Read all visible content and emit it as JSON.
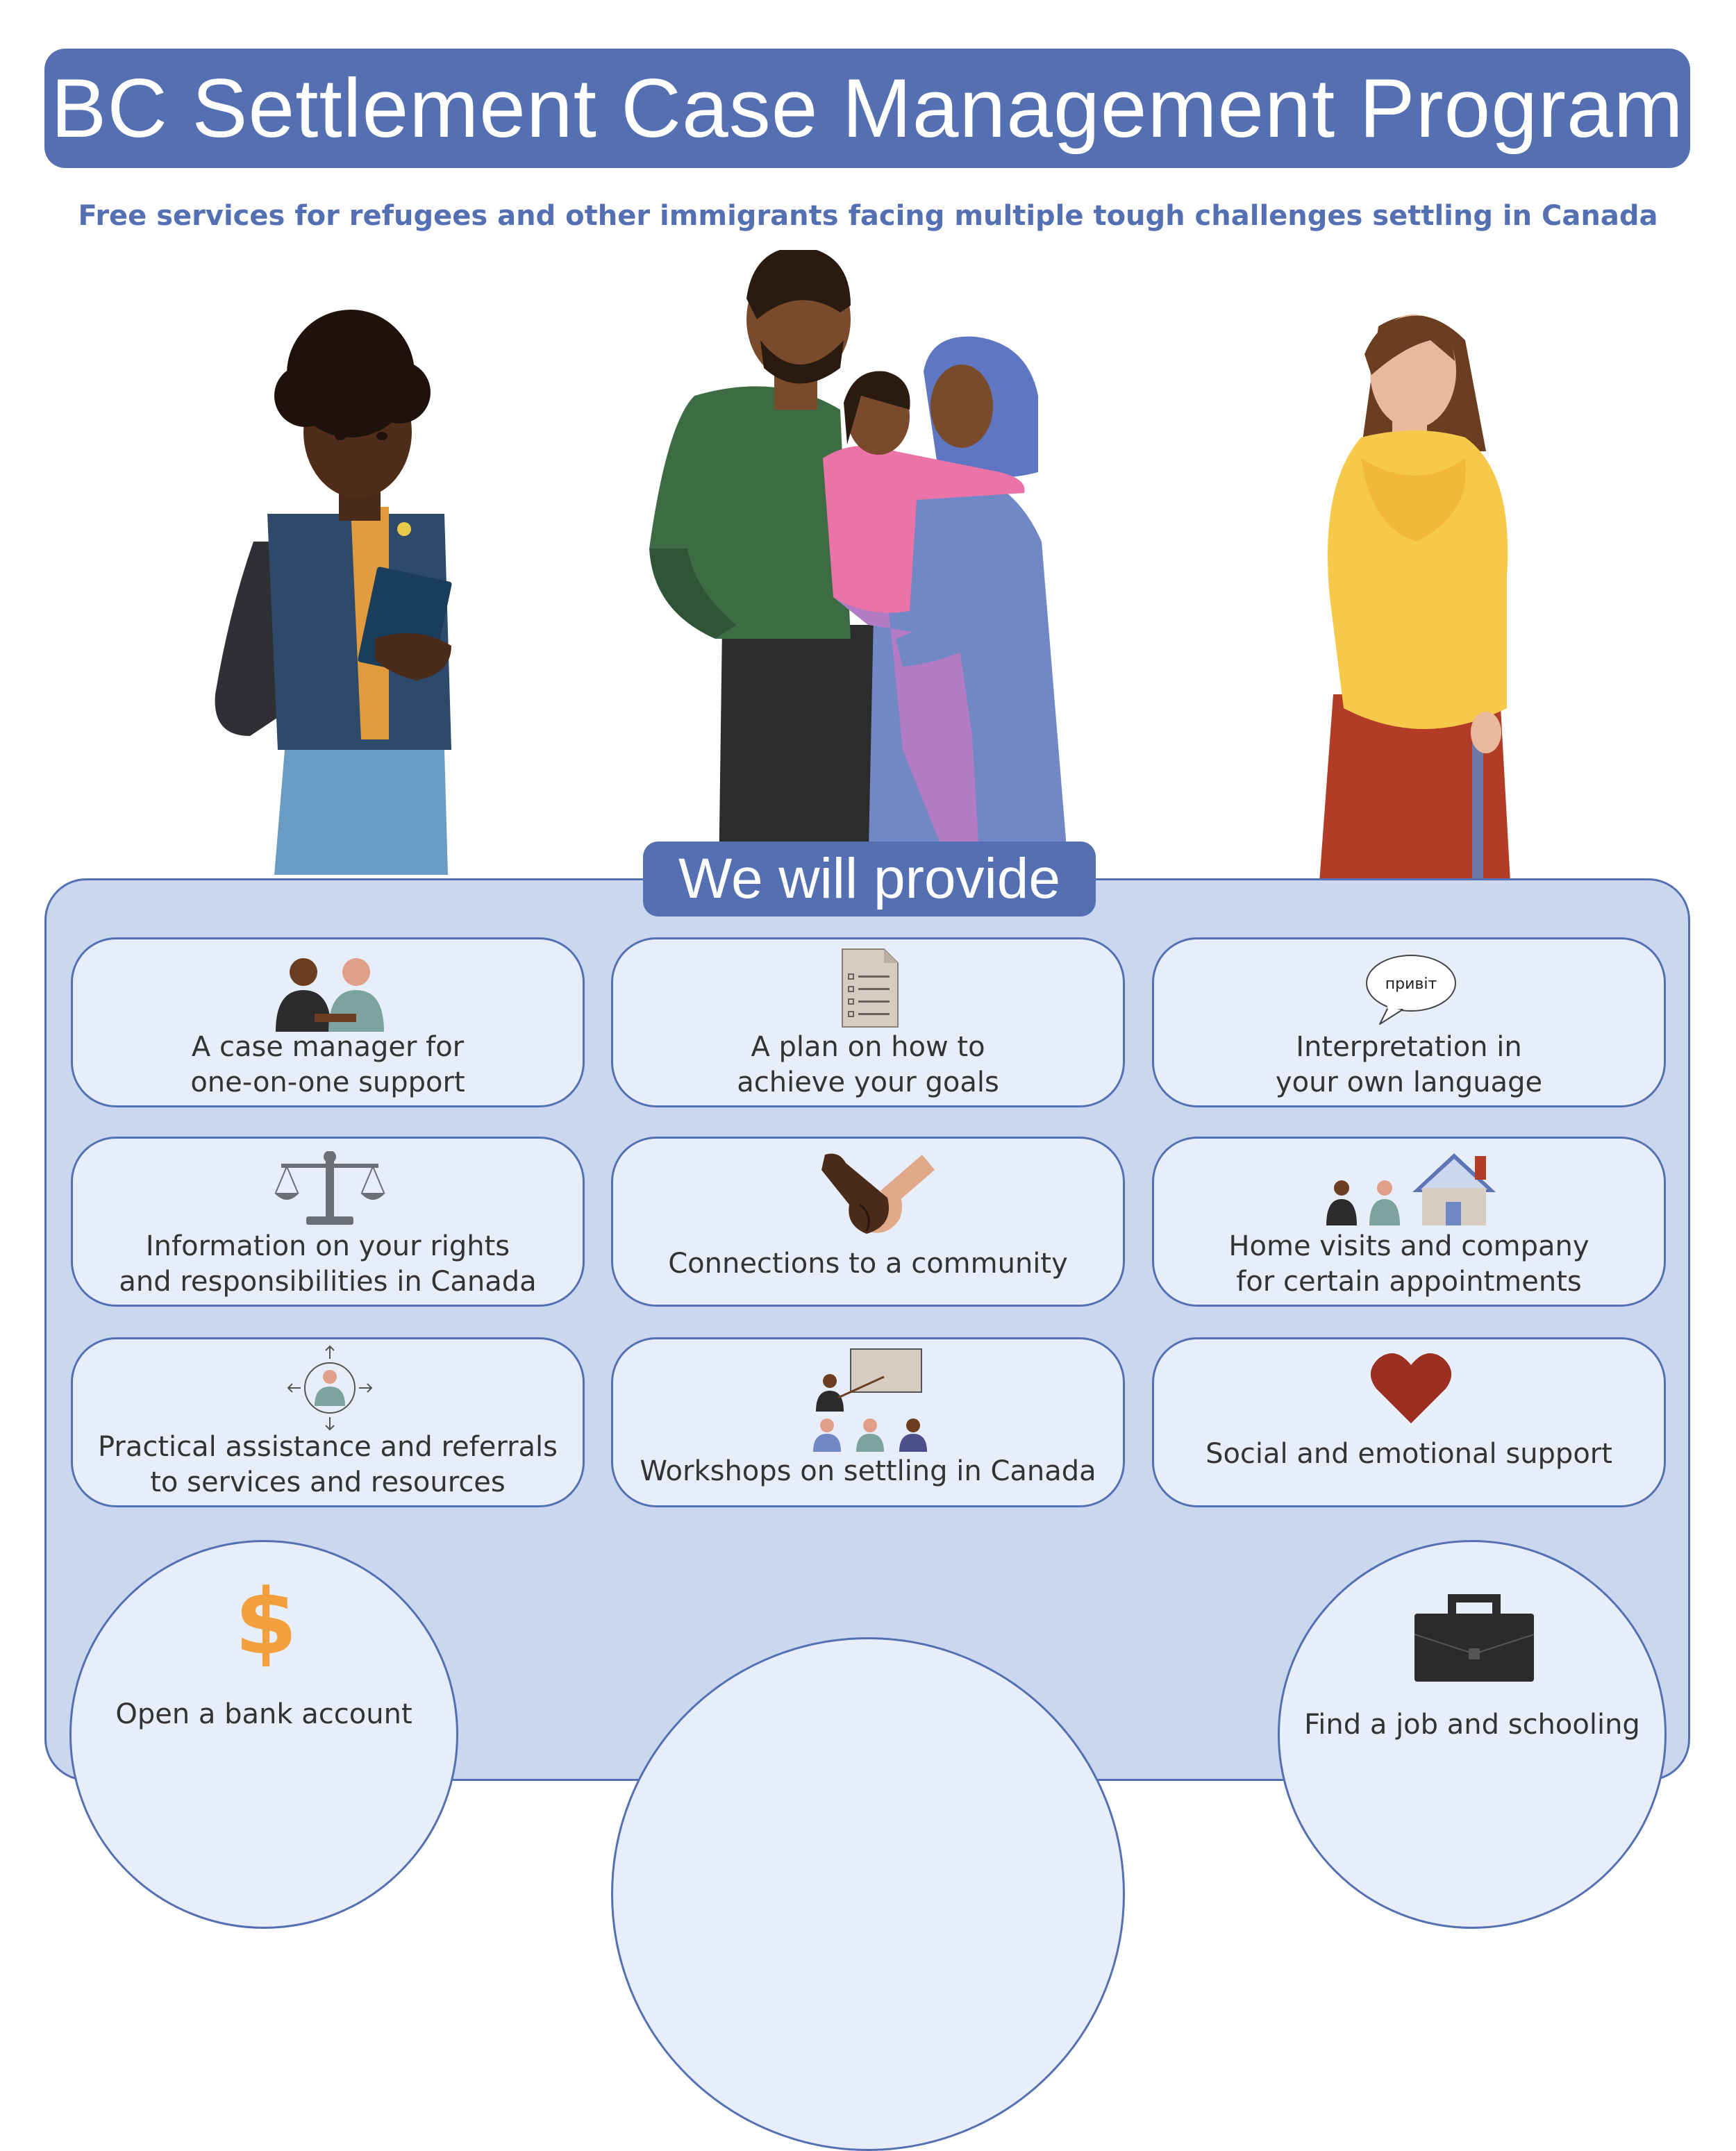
{
  "header": {
    "title": "BC Settlement Case Management Program",
    "subtitle": "Free services for refugees and other immigrants facing multiple tough challenges settling in Canada"
  },
  "panel": {
    "heading": "We will provide",
    "cards": [
      {
        "line1": "A case manager for",
        "line2": "one-on-one support",
        "icon": "two-people-icon"
      },
      {
        "line1": "A plan on how to",
        "line2": "achieve your goals",
        "icon": "checklist-icon"
      },
      {
        "line1": "Interpretation in",
        "line2": "your own language",
        "icon": "speech-bubble-icon",
        "bubble": "привіт"
      },
      {
        "line1": "Information on your rights",
        "line2": "and responsibilities in Canada",
        "icon": "scales-icon"
      },
      {
        "line1": "Connections to a community",
        "line2": "",
        "icon": "holding-hands-icon"
      },
      {
        "line1": "Home visits and company",
        "line2": "for certain appointments",
        "icon": "home-visit-icon"
      },
      {
        "line1": "Practical assistance and referrals",
        "line2": "to services and resources",
        "icon": "referral-icon"
      },
      {
        "line1": "Workshops on settling in Canada",
        "line2": "",
        "icon": "workshop-icon"
      },
      {
        "line1": "Social and emotional support",
        "line2": "",
        "icon": "heart-icon"
      }
    ],
    "circles": [
      {
        "label": "Open a bank account",
        "icon": "dollar-icon"
      },
      {
        "label": "",
        "icon": ""
      },
      {
        "label": "Find a job and schooling",
        "icon": "briefcase-icon"
      }
    ]
  },
  "colors": {
    "brand_blue": "#5570b2",
    "panel_bg": "#cbd7ee",
    "card_bg": "#e8eef9",
    "heart_red": "#9c2f22",
    "dollar_orange": "#f2a03d"
  }
}
